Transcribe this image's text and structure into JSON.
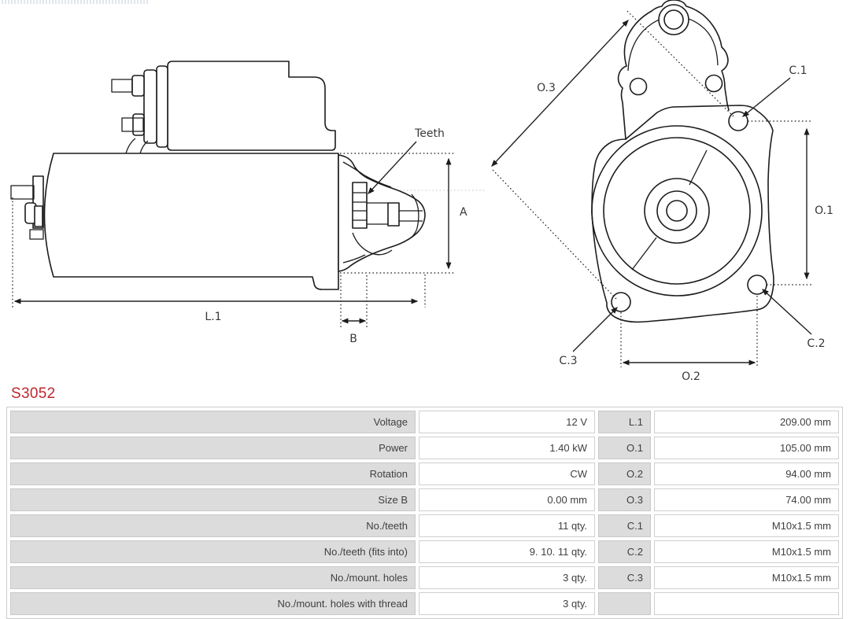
{
  "part_number": "S3052",
  "colors": {
    "part_number_red": "#c0272c",
    "cell_gray": "#dcdcdc",
    "drawing_line": "#1c1c1c"
  },
  "drawings": {
    "side_view": {
      "labels": {
        "teeth": "Teeth",
        "a": "A",
        "b": "B",
        "l1": "L.1"
      }
    },
    "front_view": {
      "labels": {
        "o1": "O.1",
        "o2": "O.2",
        "o3": "O.3",
        "c1": "C.1",
        "c2": "C.2",
        "c3": "C.3"
      }
    }
  },
  "spec_table": {
    "rows": [
      {
        "label": "Voltage",
        "value": "12 V",
        "dim": "L.1",
        "dim_value": "209.00 mm"
      },
      {
        "label": "Power",
        "value": "1.40 kW",
        "dim": "O.1",
        "dim_value": "105.00 mm"
      },
      {
        "label": "Rotation",
        "value": "CW",
        "dim": "O.2",
        "dim_value": "94.00 mm"
      },
      {
        "label": "Size B",
        "value": "0.00 mm",
        "dim": "O.3",
        "dim_value": "74.00 mm"
      },
      {
        "label": "No./teeth",
        "value": "11 qty.",
        "dim": "C.1",
        "dim_value": "M10x1.5 mm"
      },
      {
        "label": "No./teeth (fits into)",
        "value": "9. 10. 11 qty.",
        "dim": "C.2",
        "dim_value": "M10x1.5 mm"
      },
      {
        "label": "No./mount. holes",
        "value": "3 qty.",
        "dim": "C.3",
        "dim_value": "M10x1.5 mm"
      },
      {
        "label": "No./mount. holes with thread",
        "value": "3 qty.",
        "dim": "",
        "dim_value": ""
      }
    ]
  }
}
